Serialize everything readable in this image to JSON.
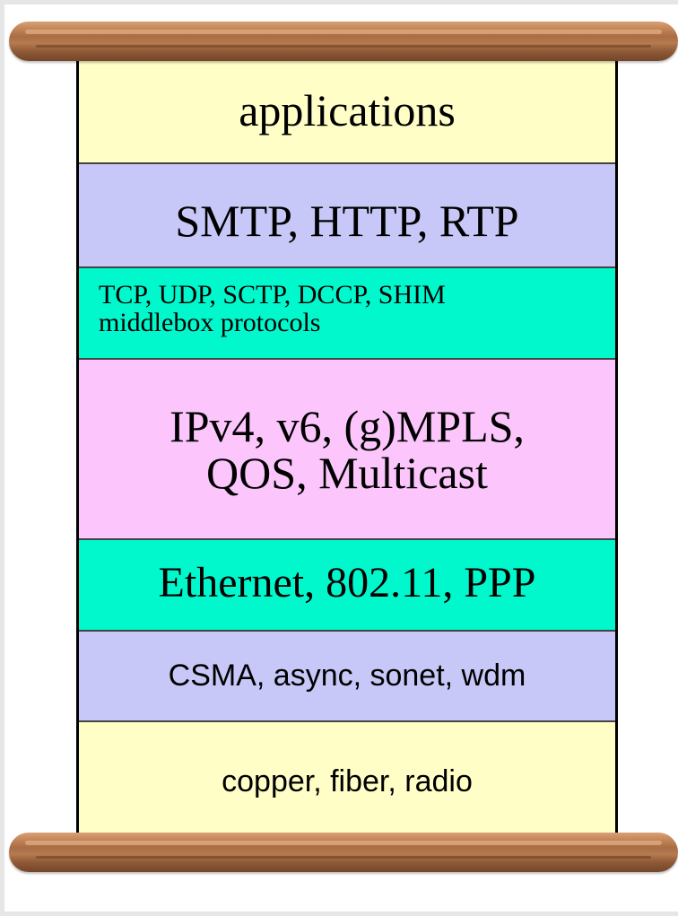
{
  "layers": [
    {
      "id": "applications",
      "lines": [
        "applications"
      ],
      "color": "#fefec6"
    },
    {
      "id": "application-protocols",
      "lines": [
        "SMTP, HTTP, RTP"
      ],
      "color": "#c8c8f8"
    },
    {
      "id": "transport",
      "lines": [
        "TCP, UDP, SCTP, DCCP, SHIM",
        "middlebox protocols"
      ],
      "color": "#00f8cc"
    },
    {
      "id": "network",
      "lines": [
        "IPv4, v6, (g)MPLS,",
        "QOS, Multicast"
      ],
      "color": "#fcc6fc"
    },
    {
      "id": "link",
      "lines": [
        "Ethernet, 802.11, PPP"
      ],
      "color": "#00f8cc"
    },
    {
      "id": "media-access",
      "lines": [
        "CSMA, async, sonet, wdm"
      ],
      "color": "#c8c8f8"
    },
    {
      "id": "physical",
      "lines": [
        "copper, fiber, radio"
      ],
      "color": "#fefec6"
    }
  ],
  "scroll_rods": {
    "color": "#a86d44"
  }
}
